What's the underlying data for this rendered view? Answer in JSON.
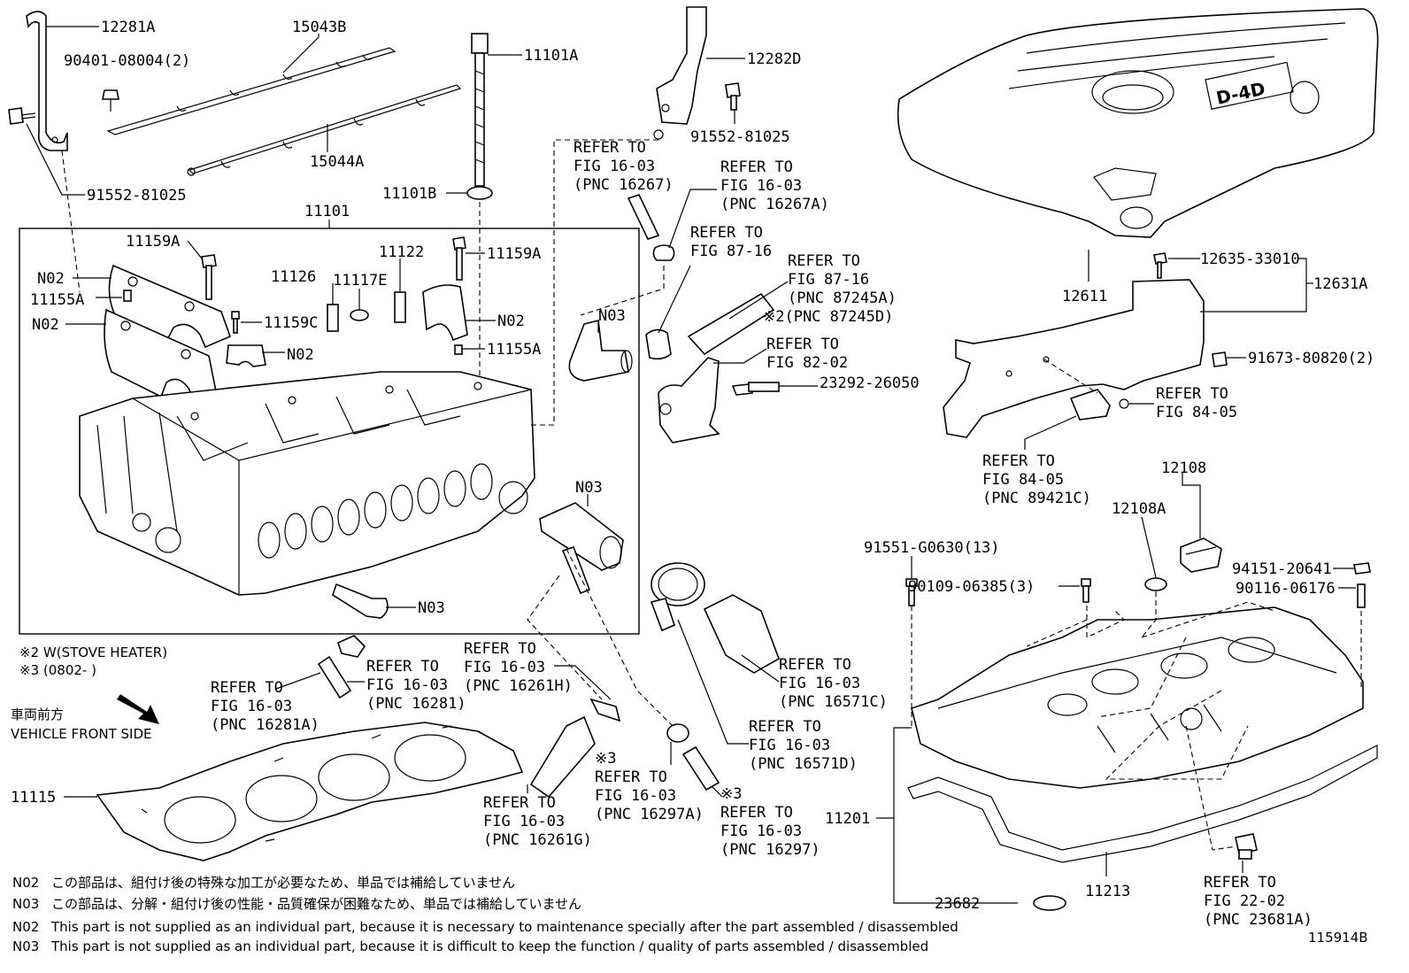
{
  "diagram_id": "115914B",
  "main_group_label": "11101",
  "labels": {
    "p12281A": "12281A",
    "p15043B": "15043B",
    "p90401": "90401-08004(2)",
    "p11101A": "11101A",
    "p12282D": "12282D",
    "p91552_top": "91552-81025",
    "p15044A": "15044A",
    "p91552_left": "91552-81025",
    "p11101B": "11101B",
    "p11159A_1": "11159A",
    "p11159A_2": "11159A",
    "p11122": "11122",
    "p11126": "11126",
    "p11117E": "11117E",
    "p11159C": "11159C",
    "p11155A_1": "11155A",
    "p11155A_2": "11155A",
    "pN02_1": "N02",
    "pN02_2": "N02",
    "pN02_3": "N02",
    "pN02_4": "N02",
    "pN03_1": "N03",
    "pN03_2": "N03",
    "pN03_3": "N03",
    "p23292": "23292-26050",
    "p12611": "12611",
    "p12635": "12635-33010",
    "p12631A": "12631A",
    "p91673": "91673-80820(2)",
    "p12108": "12108",
    "p12108A": "12108A",
    "p91551": "91551-G0630(13)",
    "p94151": "94151-20641",
    "p90109": "90109-06385(3)",
    "p90116": "90116-06176",
    "p11115": "11115",
    "p11201": "11201",
    "p11213": "11213",
    "p23682": "23682"
  },
  "refers": {
    "r1": [
      "REFER TO",
      "FIG 16-03",
      "(PNC 16267)"
    ],
    "r2": [
      "REFER TO",
      "FIG 16-03",
      "(PNC 16267A)"
    ],
    "r3": [
      "REFER TO",
      "FIG 87-16"
    ],
    "r4": [
      "REFER TO",
      "FIG 87-16",
      "(PNC 87245A)",
      "※2(PNC 87245D)"
    ],
    "r5": [
      "REFER TO",
      "FIG 82-02"
    ],
    "r6": [
      "REFER TO",
      "FIG 84-05"
    ],
    "r7": [
      "REFER TO",
      "FIG 84-05",
      "(PNC 89421C)"
    ],
    "r8": [
      "REFER TO",
      "FIG 16-03",
      "(PNC 16281A)"
    ],
    "r9": [
      "REFER TO",
      "FIG 16-03",
      "(PNC 16281)"
    ],
    "r10": [
      "REFER TO",
      "FIG 16-03",
      "(PNC 16261H)"
    ],
    "r11": [
      "REFER TO",
      "FIG 16-03",
      "(PNC 16571C)"
    ],
    "r12": [
      "REFER TO",
      "FIG 16-03",
      "(PNC 16571D)"
    ],
    "r13": [
      "REFER TO",
      "FIG 16-03",
      "(PNC 16261G)"
    ],
    "r14": [
      "※3",
      "REFER TO",
      "FIG 16-03",
      "(PNC 16297A)"
    ],
    "r15": [
      "※3",
      "REFER TO",
      "FIG 16-03",
      "(PNC 16297)"
    ],
    "r16": [
      "REFER TO",
      "FIG 22-02",
      "(PNC 23681A)"
    ]
  },
  "notes": {
    "stove": "※2 W(STOVE HEATER)",
    "date": "※3 (0802-        )",
    "front_jp": "車両前方",
    "front_en": "VEHICLE FRONT SIDE"
  },
  "footnotes": [
    {
      "code": "N02",
      "text": "この部品は、組付け後の特殊な加工が必要なため、単品では補給していません"
    },
    {
      "code": "N03",
      "text": "この部品は、分解・組付け後の性能・品質確保が困難なため、単品では補給していません"
    },
    {
      "code": "N02",
      "text": "This part is not supplied as an individual part, because it is necessary to maintenance specially after the part assembled / disassembled"
    },
    {
      "code": "N03",
      "text": "This part is not supplied as an individual part, because it is difficult to keep the function / quality of parts  assembled / disassembled"
    }
  ],
  "cover_logo": "D-4D"
}
